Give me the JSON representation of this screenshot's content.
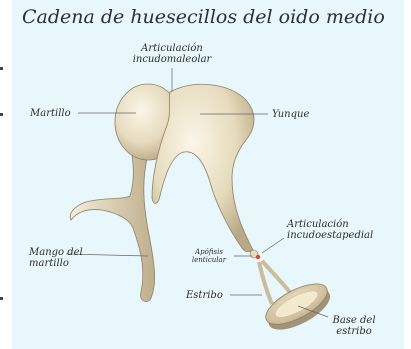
{
  "title": "Cadena de huesecillos del oido medio",
  "labels": {
    "articulacion_incudomaleolar_1": "Articulación",
    "articulacion_incudomaleolar_2": "incudomaleolar",
    "martillo": "Martillo",
    "yunque": "Yunque",
    "articulacion_incudoestapedial_1": "Articulación",
    "articulacion_incudoestapedial_2": "incudoestapedial",
    "mango_del_martillo_1": "Mango del",
    "mango_del_martillo_2": "martillo",
    "apofisis_lenticular_1": "Apófisis",
    "apofisis_lenticular_2": "lenticular",
    "estribo": "Estribo",
    "base_del_estribo_1": "Base del",
    "base_del_estribo_2": "estribo"
  },
  "colors": {
    "background": "#e8f7fc",
    "bone": "#ece2c8",
    "bone_shadow": "#b8a98a",
    "joint": "#d9483b"
  }
}
